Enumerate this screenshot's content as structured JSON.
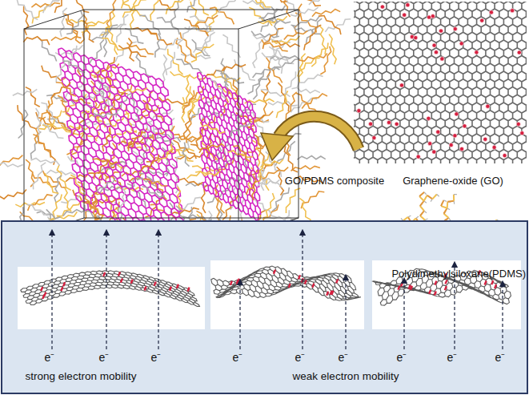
{
  "diagram": {
    "nodes": [
      {
        "text": [
          "strong electron mobility",
          "weak electron mobility"
        ]
      }
    ],
    "labels": [
      "Graphene-oxide (GO)",
      "GO/PDMS composite",
      "Polydimethylsiloxane(PDMS)",
      "e⁻",
      "e⁻",
      "e⁻",
      "e⁻",
      "e⁻",
      "e⁻",
      "e⁻",
      "e⁻",
      "e⁻"
    ]
  }
}
